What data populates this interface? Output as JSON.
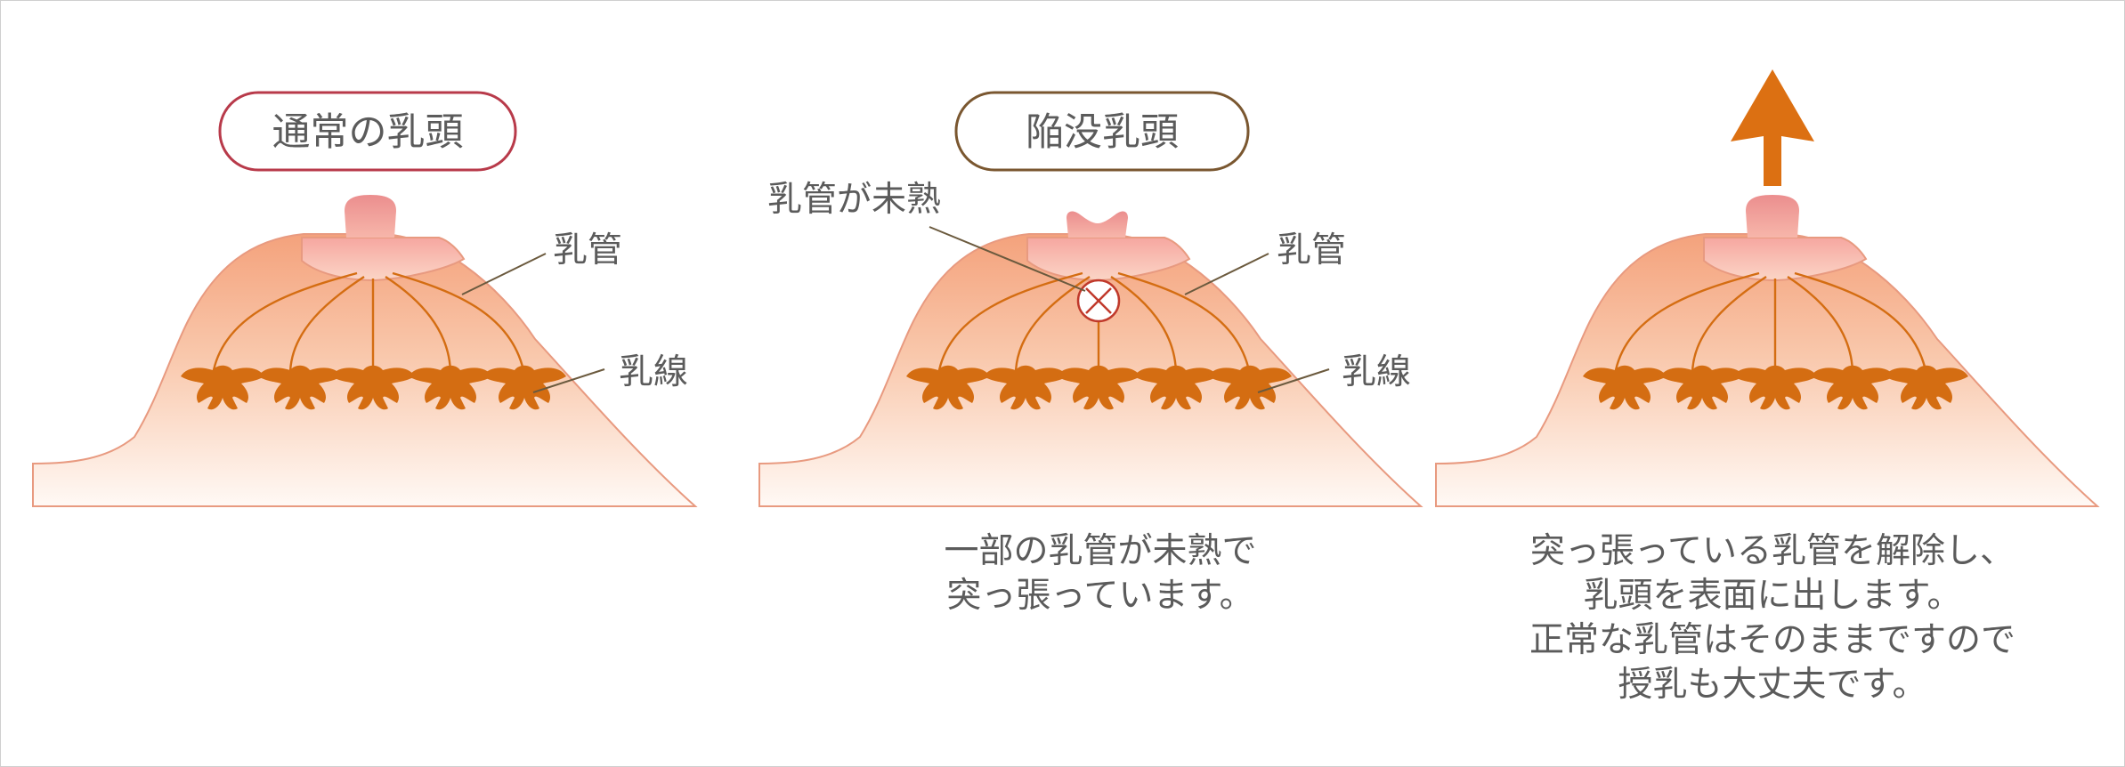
{
  "colors": {
    "normal_accent": "#b83a4a",
    "inverted_accent": "#7a5730",
    "duct": "#d46d12",
    "skin_outline": "#e89a80",
    "label_text": "#5b5b5b",
    "arrow": "#dc7012"
  },
  "panels": {
    "normal": {
      "title": "通常の乳頭",
      "label_duct": "乳管",
      "label_gland": "乳線"
    },
    "inverted": {
      "title": "陥没乳頭",
      "label_immature": "乳管が未熟",
      "label_duct": "乳管",
      "label_gland": "乳線",
      "caption": [
        "一部の乳管が未熟で",
        "突っ張っています。"
      ]
    },
    "corrected": {
      "caption": [
        "突っ張っている乳管を解除し、",
        "乳頭を表面に出します。",
        "正常な乳管はそのままですので",
        "授乳も大丈夫です。"
      ]
    }
  }
}
